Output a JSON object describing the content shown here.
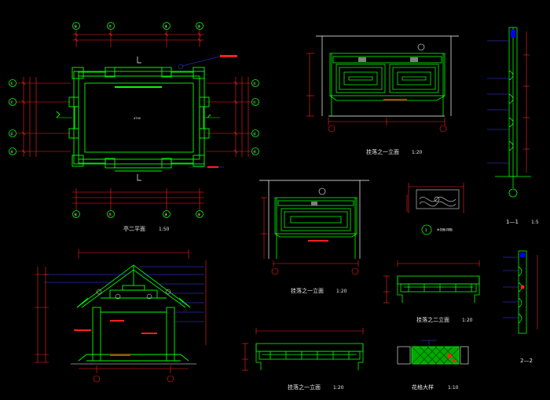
{
  "drawing_titles": {
    "plan": "亭二平面",
    "plan_scale": "1:50",
    "elev1": "挂落之一立面",
    "elev1_scale": "1:20",
    "elev2": "挂落之一立面",
    "elev2_scale": "1:20",
    "elev3": "挂落之二立面",
    "elev3_scale": "1:20",
    "elev4": "挂落之一立面",
    "elev4_scale": "1:20",
    "lattice": "花格大样",
    "lattice_scale": "1:10",
    "sec11": "1—1",
    "sec11_scale": "1:5",
    "sec22": "2—2"
  },
  "detail_note": "木花格(详图)",
  "detail_mark": "1",
  "axis_top": [
    "⑯",
    "⑰",
    "⑱",
    "⑲"
  ],
  "axis_left": [
    "Ⓔ",
    "Ⓕ",
    "Ⓖ",
    "Ⓗ"
  ],
  "colors": {
    "background": "#000000",
    "outline": "#00ff00",
    "dimension": "#ff2020",
    "annotation": "#ffffff",
    "leader": "#4040ff",
    "title": "#e8e8e8",
    "accent": "#ffff00",
    "fill": "#00aa00"
  }
}
